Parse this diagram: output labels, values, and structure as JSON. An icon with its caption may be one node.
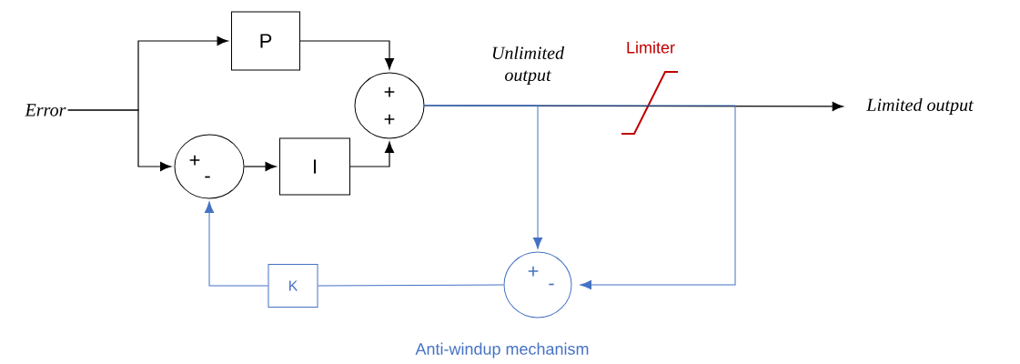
{
  "diagram": {
    "nodes": [
      {
        "text": [
          "Error"
        ]
      },
      {
        "text": [
          "P"
        ]
      },
      {
        "text": [
          "+",
          "+"
        ]
      },
      {
        "text": [
          "+",
          "-"
        ]
      },
      {
        "text": [
          "I"
        ]
      },
      {
        "text": [
          "Limited output"
        ]
      },
      {
        "text": [
          "+",
          "-"
        ]
      },
      {
        "text": [
          "K"
        ]
      }
    ],
    "edges": [
      {
        "from": 0,
        "to": 1,
        "arrow": "to"
      },
      {
        "from": 0,
        "to": 3,
        "arrow": "to"
      },
      {
        "from": 1,
        "to": 2,
        "arrow": "to"
      },
      {
        "from": 3,
        "to": 4,
        "arrow": "to"
      },
      {
        "from": 4,
        "to": 2,
        "arrow": "to"
      },
      {
        "from": 2,
        "to": 5,
        "arrow": "to"
      },
      {
        "from": 2,
        "to": 6,
        "arrow": "to",
        "color": "#4472c4"
      },
      {
        "from": 2,
        "to": 6,
        "arrow": "to",
        "color": "#4472c4"
      },
      {
        "from": 6,
        "to": 7,
        "arrow": "none",
        "color": "#4472c4"
      },
      {
        "from": 7,
        "to": 3,
        "arrow": "to",
        "color": "#4472c4"
      }
    ],
    "labels": [
      "Unlimited output",
      "Limiter",
      "Anti-windup mechanism"
    ]
  }
}
